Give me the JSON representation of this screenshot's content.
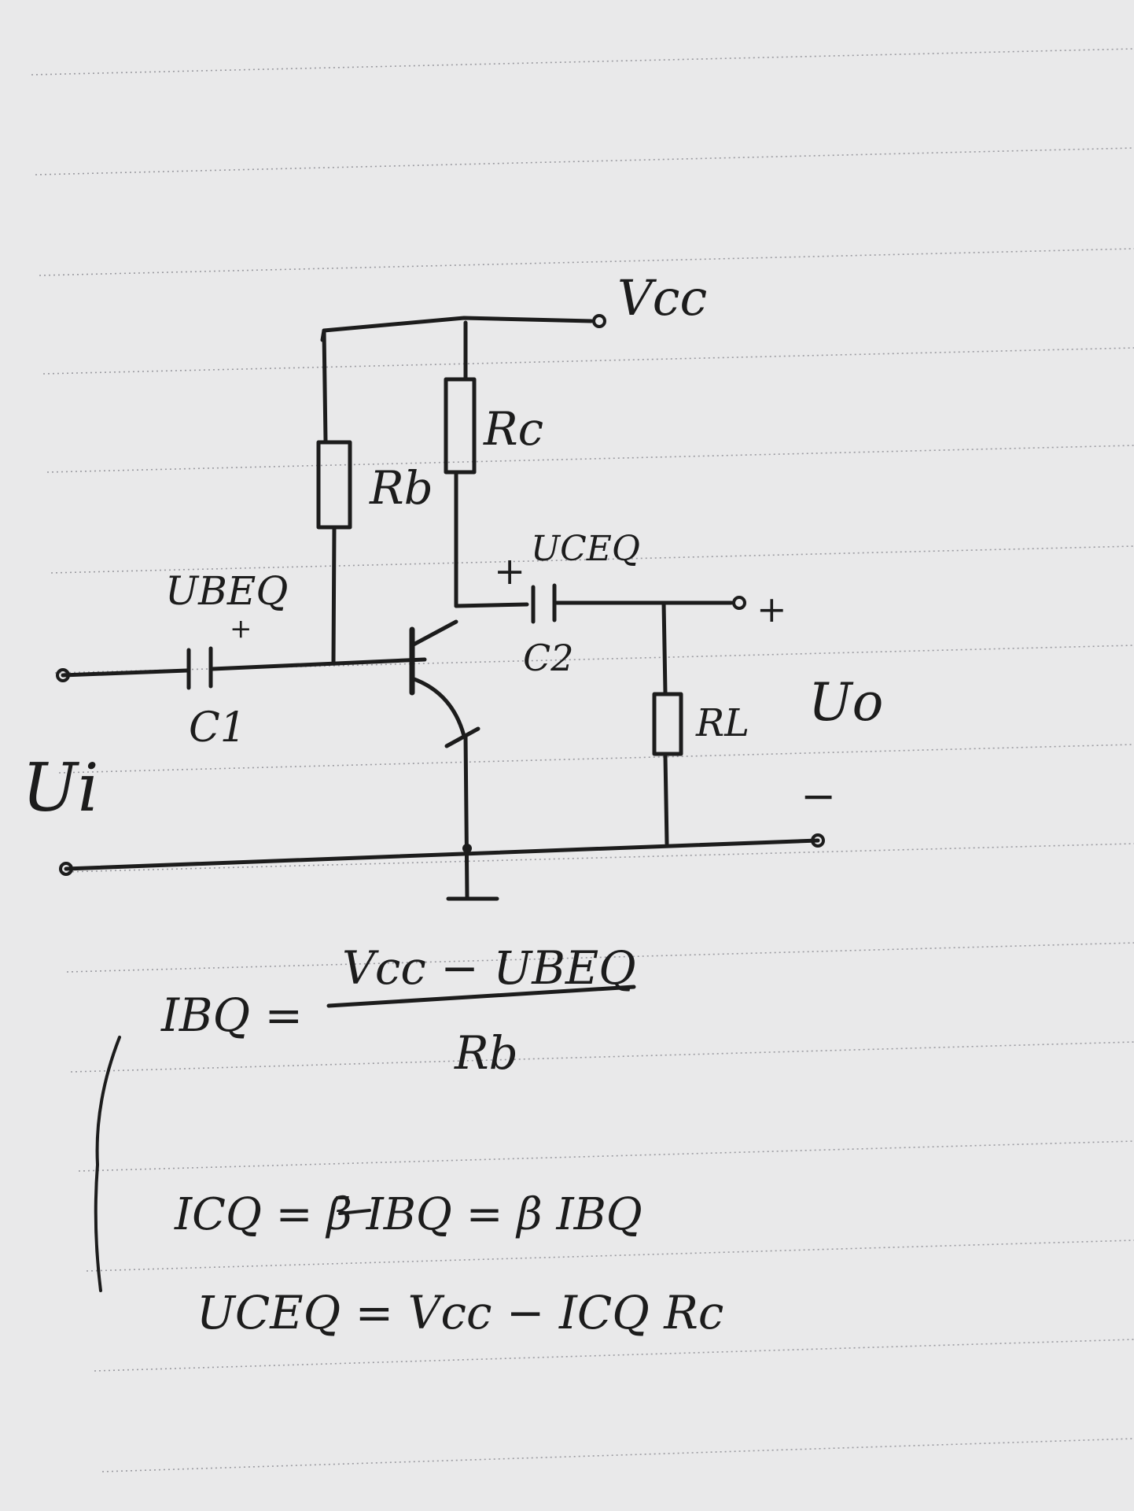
{
  "circuit": {
    "supply": "Vcc",
    "resistors": {
      "base": "Rb",
      "collector": "Rc",
      "load": "RL"
    },
    "capacitors": {
      "input": "C1",
      "output": "C2"
    },
    "input_voltage": "Ui",
    "output_voltage": "Uo",
    "vbe_label": "UBEQ",
    "vce_label": "UCEQ",
    "plus": "+",
    "minus": "−"
  },
  "equations": {
    "ibq": {
      "lhs": "IBQ =",
      "numerator": "Vcc − UBEQ",
      "denominator": "Rb"
    },
    "icq": "ICQ = β̄ IBQ = β IBQ",
    "uceq": "UCEQ = Vcc − ICQ Rc"
  }
}
